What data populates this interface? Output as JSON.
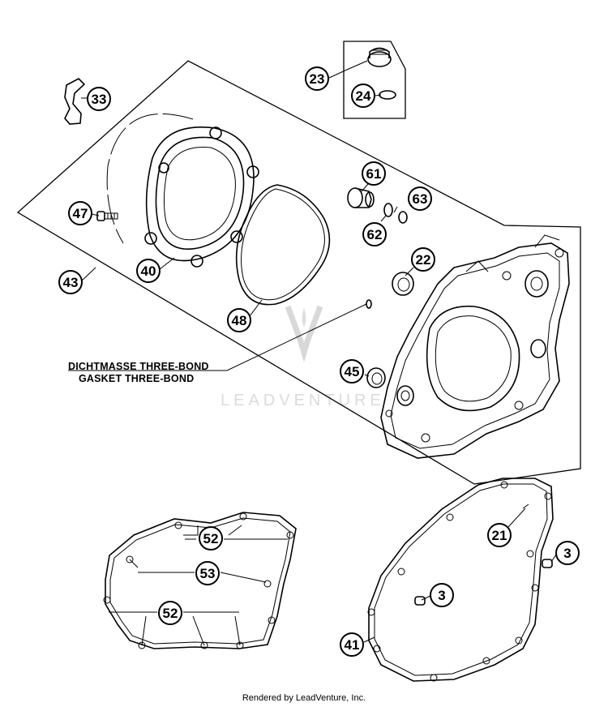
{
  "callouts": [
    {
      "id": "c23",
      "label": "23"
    },
    {
      "id": "c24",
      "label": "24"
    },
    {
      "id": "c33",
      "label": "33"
    },
    {
      "id": "c47",
      "label": "47"
    },
    {
      "id": "c40",
      "label": "40"
    },
    {
      "id": "c43",
      "label": "43"
    },
    {
      "id": "c48",
      "label": "48"
    },
    {
      "id": "c61",
      "label": "61"
    },
    {
      "id": "c63",
      "label": "63"
    },
    {
      "id": "c62",
      "label": "62"
    },
    {
      "id": "c22",
      "label": "22"
    },
    {
      "id": "c45",
      "label": "45"
    },
    {
      "id": "c52a",
      "label": "52"
    },
    {
      "id": "c53",
      "label": "53"
    },
    {
      "id": "c52b",
      "label": "52"
    },
    {
      "id": "c21",
      "label": "21"
    },
    {
      "id": "c3a",
      "label": "3"
    },
    {
      "id": "c3b",
      "label": "3"
    },
    {
      "id": "c41",
      "label": "41"
    }
  ],
  "annotation": {
    "line1": "DICHTMASSE THREE-BOND",
    "line2": "GASKET THREE-BOND"
  },
  "watermark": "LEADVENTURE",
  "footer": "Rendered by LeadVenture, Inc."
}
